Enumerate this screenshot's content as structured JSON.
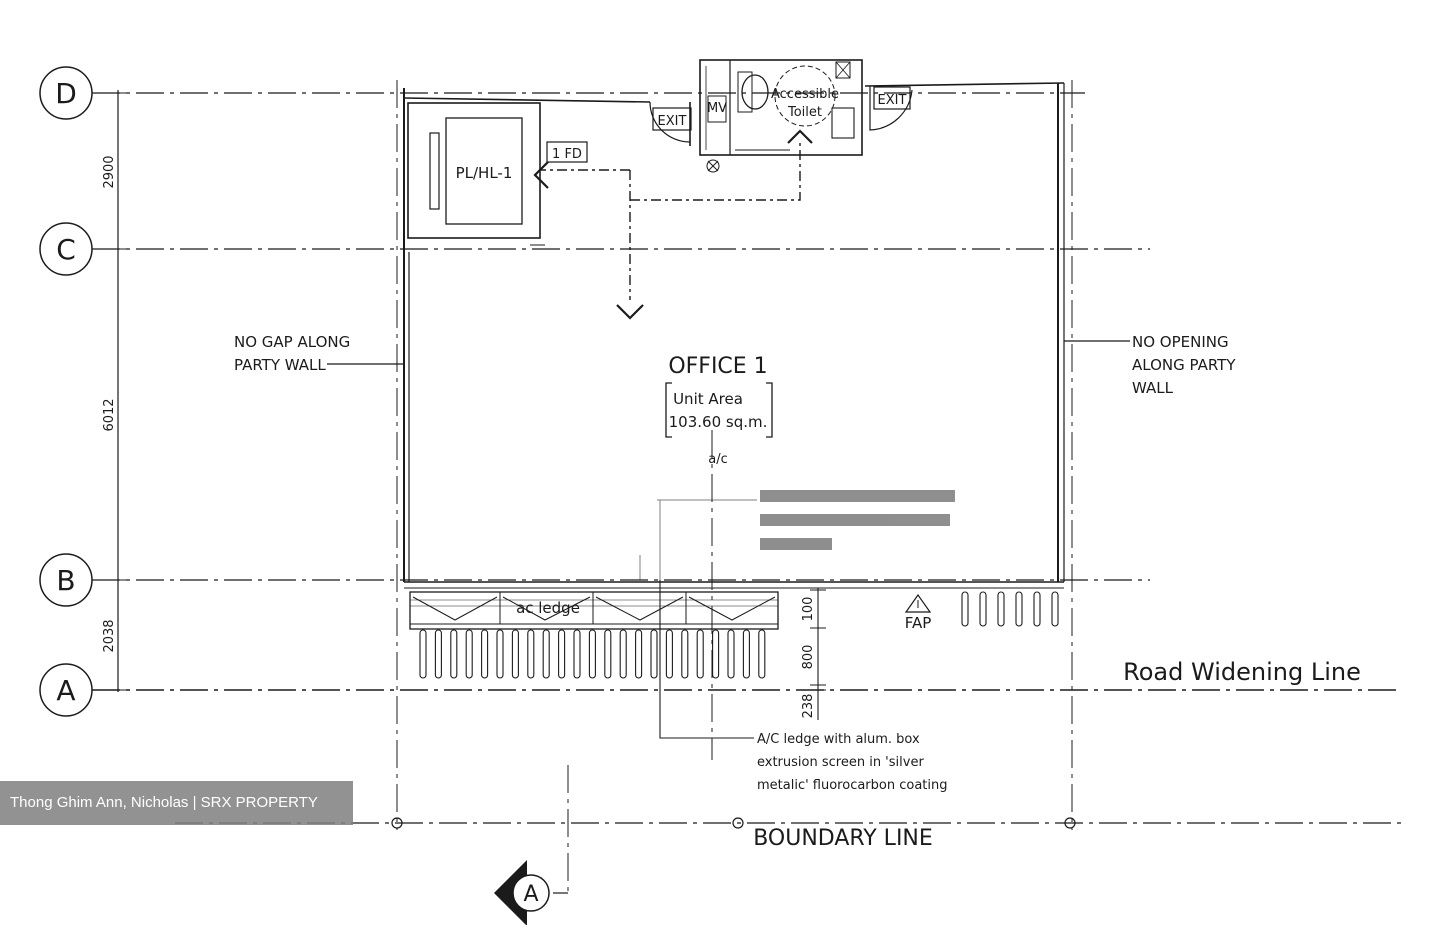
{
  "grid": {
    "d": "D",
    "c": "C",
    "b": "B",
    "a": "A"
  },
  "dimensions": {
    "dc": "2900",
    "cb": "6012",
    "ba": "2038",
    "ledge_100": "100",
    "ledge_800": "800",
    "ledge_238": "238"
  },
  "room": {
    "name": "OFFICE 1",
    "area_label": "Unit Area",
    "area_value": "103.60 sq.m.",
    "ac": "a/c"
  },
  "lift": {
    "label": "PL/HL-1"
  },
  "fire_door": {
    "label": "1 FD"
  },
  "exits": {
    "left": "EXIT",
    "right": "EXIT"
  },
  "toilet": {
    "line1": "Accessible",
    "line2": "Toilet",
    "mv": "MV"
  },
  "notes": {
    "left_wall_1": "NO GAP ALONG",
    "left_wall_2": "PARTY WALL",
    "right_wall_1": "NO OPENING",
    "right_wall_2": "ALONG PARTY",
    "right_wall_3": "WALL",
    "ledge_label": "ac ledge",
    "fap": "FAP",
    "road_widening": "Road Widening Line",
    "boundary": "BOUNDARY LINE",
    "ac_ledge_1": "A/C ledge with alum. box",
    "ac_ledge_2": "extrusion screen in 'silver",
    "ac_ledge_3": "metalic' fluorocarbon coating"
  },
  "section_marker": "A",
  "watermark": "Thong Ghim Ann, Nicholas | SRX PROPERTY"
}
